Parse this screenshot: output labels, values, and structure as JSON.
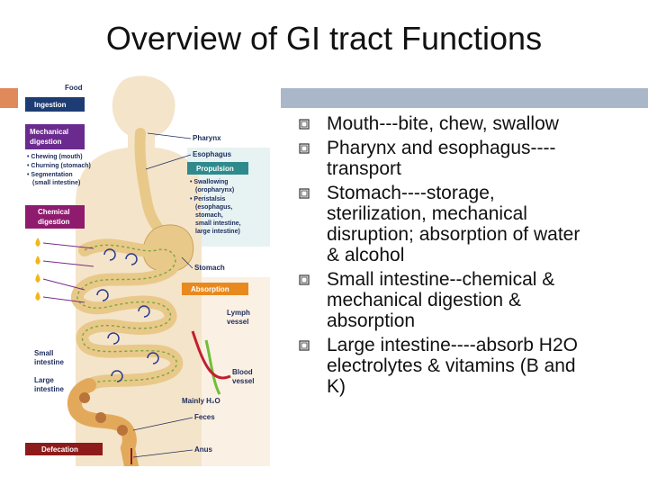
{
  "slide": {
    "title": "Overview of GI tract Functions"
  },
  "figure": {
    "labels": {
      "food": "Food",
      "ingestion": "Ingestion",
      "mechanical_digestion_1": "Mechanical",
      "mechanical_digestion_2": "digestion",
      "chewing": "• Chewing (mouth)",
      "churning": "• Churning (stomach)",
      "segmentation_1": "• Segmentation",
      "segmentation_2": "(small intestine)",
      "chemical_digestion_1": "Chemical",
      "chemical_digestion_2": "digestion",
      "pharynx": "Pharynx",
      "esophagus": "Esophagus",
      "propulsion": "Propulsion",
      "swallowing_1": "• Swallowing",
      "swallowing_2": "(oropharynx)",
      "peristalsis_1": "• Peristalsis",
      "peristalsis_2": "(esophagus,",
      "peristalsis_3": "stomach,",
      "peristalsis_4": "small intestine,",
      "peristalsis_5": "large intestine)",
      "stomach": "Stomach",
      "absorption": "Absorption",
      "lymph_1": "Lymph",
      "lymph_2": "vessel",
      "blood_1": "Blood",
      "blood_2": "vessel",
      "small_intestine_1": "Small",
      "small_intestine_2": "intestine",
      "large_intestine_1": "Large",
      "large_intestine_2": "intestine",
      "mainly_h2o": "Mainly H₂O",
      "feces": "Feces",
      "anus": "Anus",
      "defecation": "Defecation"
    },
    "colors": {
      "navy_box": "#1d3c73",
      "purple_box": "#6a2a8e",
      "orange_box": "#e8891f",
      "magenta_box": "#8e1b6e",
      "teal_box": "#2f8a8c",
      "tract": "#e8c98a",
      "lymph": "#6fbf3a",
      "blood": "#c21f2f"
    }
  },
  "bullets": [
    {
      "lines": [
        "Mouth---bite, chew, swallow"
      ]
    },
    {
      "lines": [
        "Pharynx and esophagus----",
        "transport"
      ]
    },
    {
      "lines": [
        "Stomach----storage,",
        "sterilization, mechanical",
        "disruption;  absorption of water",
        "& alcohol"
      ]
    },
    {
      "lines": [
        "Small intestine--chemical &",
        "mechanical digestion &",
        "absorption"
      ]
    },
    {
      "lines": [
        "Large intestine----absorb H2O",
        "electrolytes & vitamins (B and",
        "K)"
      ]
    }
  ]
}
